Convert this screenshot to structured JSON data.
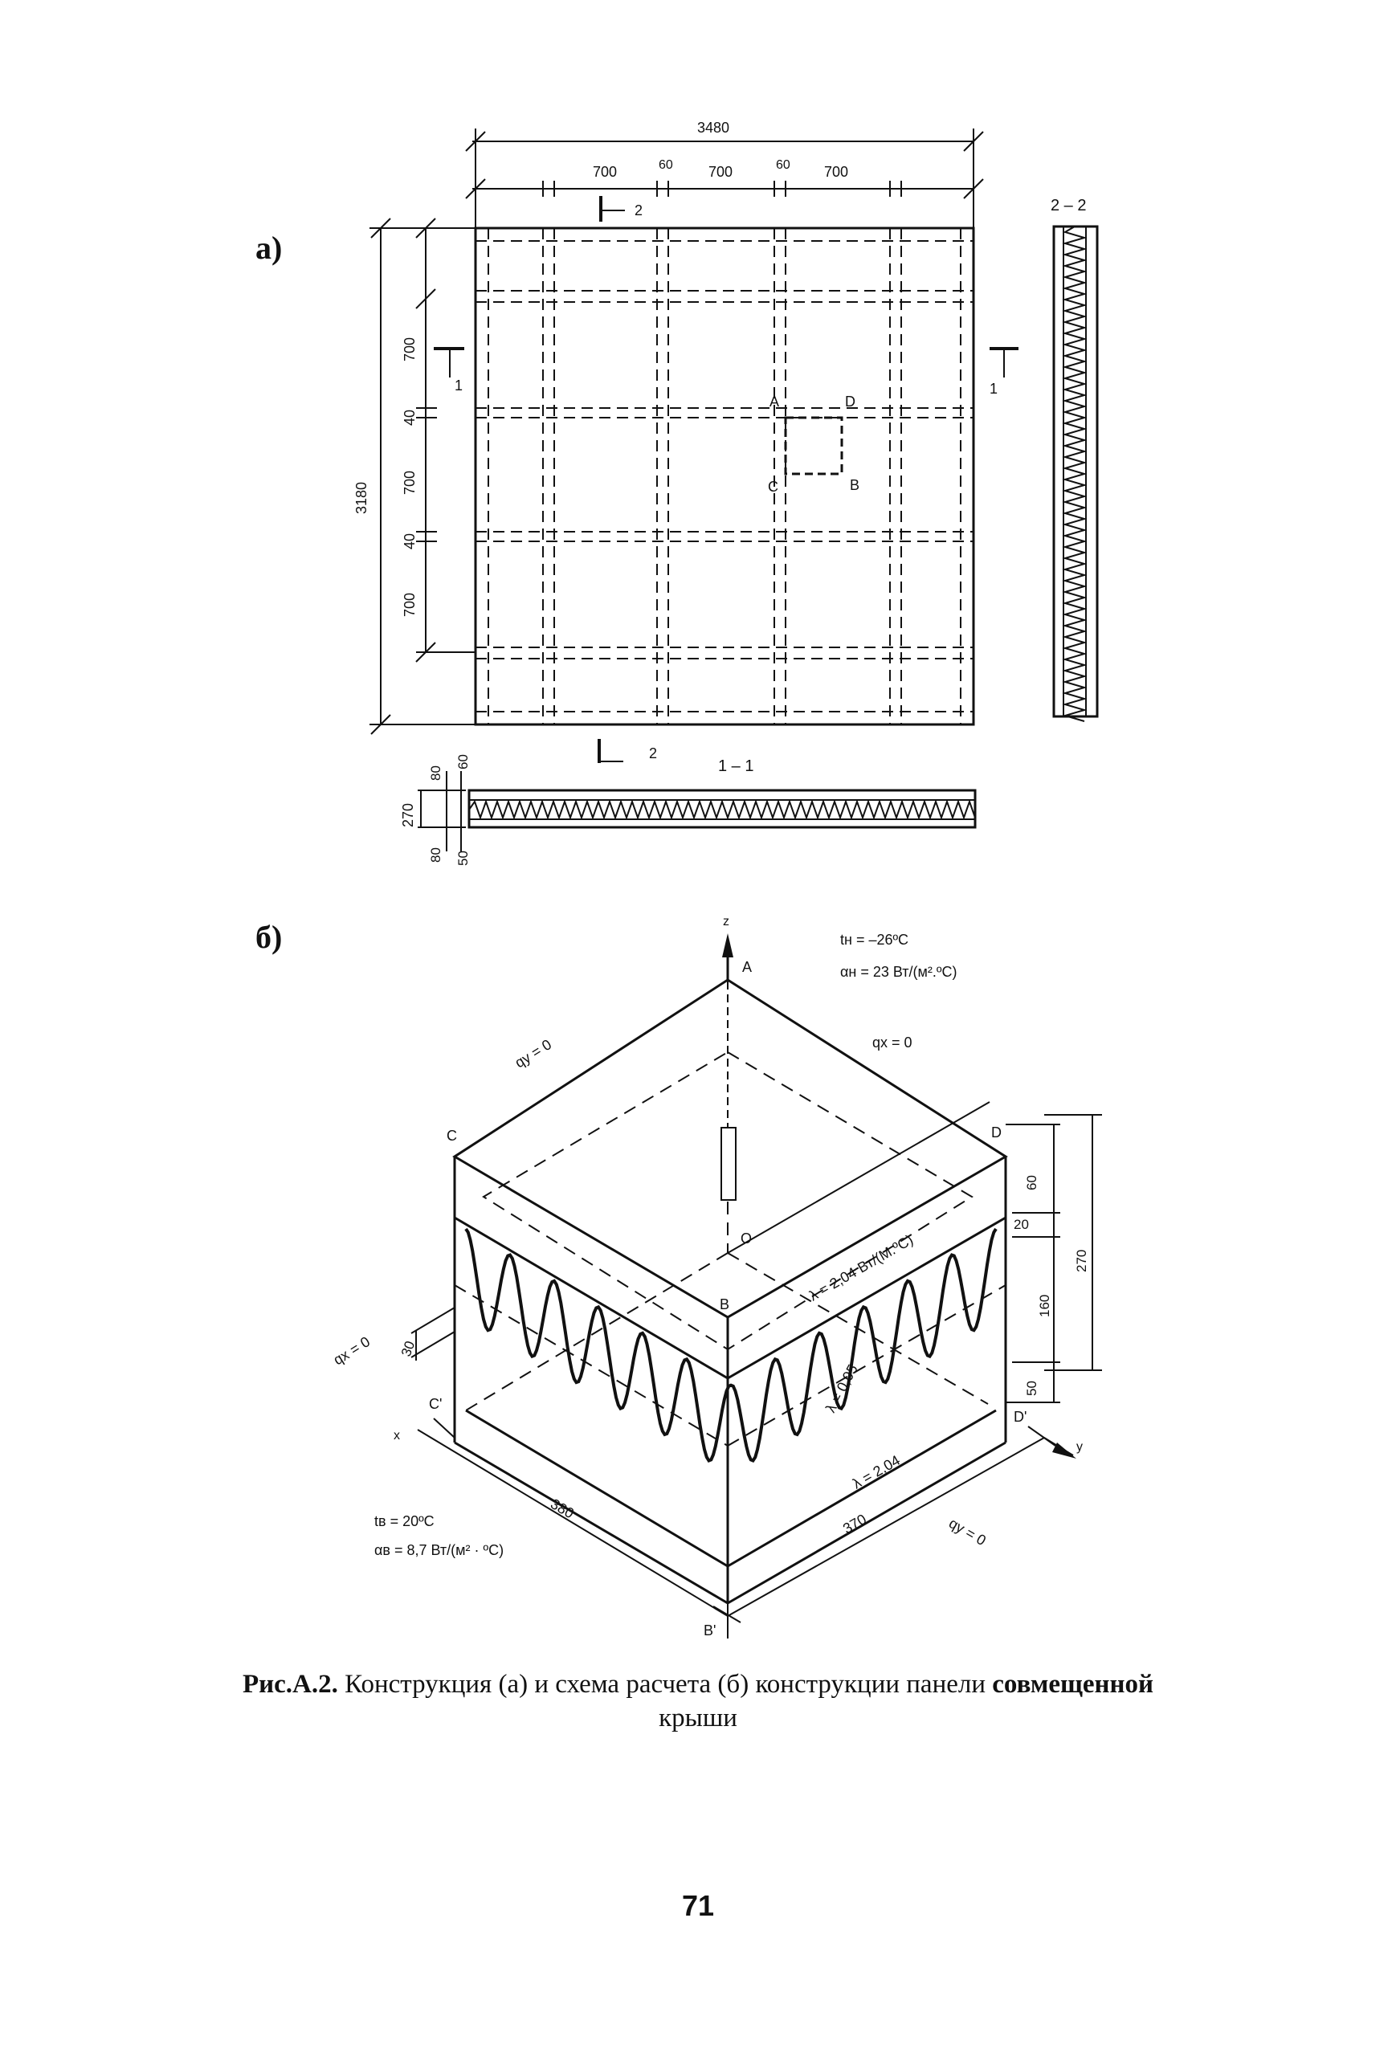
{
  "figure_a": {
    "panel_label": "а)",
    "dim_total_width": "3480",
    "dim_top_segments": [
      "700",
      "60",
      "700",
      "60",
      "700"
    ],
    "dim_total_height": "3180",
    "dim_left_segments": [
      "700",
      "40",
      "700",
      "40",
      "700"
    ],
    "cut_2_label": "2",
    "cut_1_label": "1",
    "section_1_1_title": "1 – 1",
    "section_2_2_title": "2 – 2",
    "section_dims_top": [
      "80",
      "60"
    ],
    "section_dim_total": "270",
    "section_dims_bottom": [
      "80",
      "50"
    ],
    "points": [
      "A",
      "D",
      "C",
      "B"
    ]
  },
  "figure_b": {
    "panel_label": "б)",
    "axis_z": "z",
    "axis_x": "x",
    "axis_y": "y",
    "points": {
      "A": "A",
      "C": "C",
      "D": "D",
      "O": "O",
      "B": "B",
      "C1": "C'",
      "D1": "D'",
      "B1": "B'"
    },
    "t_outer": "tн = –26ºC",
    "alpha_outer": "αн = 23 Вт/(м².ºС)",
    "t_inner": "tв = 20ºC",
    "alpha_inner": "αв = 8,7 Вт/(м² · ºС)",
    "q_y_top": "qy = 0",
    "q_x_top": "qx = 0",
    "q_x_left": "qx = 0",
    "q_y_right": "qy = 0",
    "lambda_top": "λ = 2,04 Вт/(М.ºС)",
    "lambda_mid": "λ = 0,05",
    "lambda_bottom": "λ = 2,04",
    "dims_right": [
      "60",
      "20",
      "160",
      "50"
    ],
    "dim_right_total": "270",
    "dim_left": "30",
    "dim_bottom_left": "380",
    "dim_bottom_right": "370"
  },
  "caption_bold": "Рис.А.2.",
  "caption_text": " Конструкция (а) и схема расчета (б) конструкции панели ",
  "caption_bold2": "совмещенной",
  "caption_line2": "крыши",
  "page_number": "71"
}
